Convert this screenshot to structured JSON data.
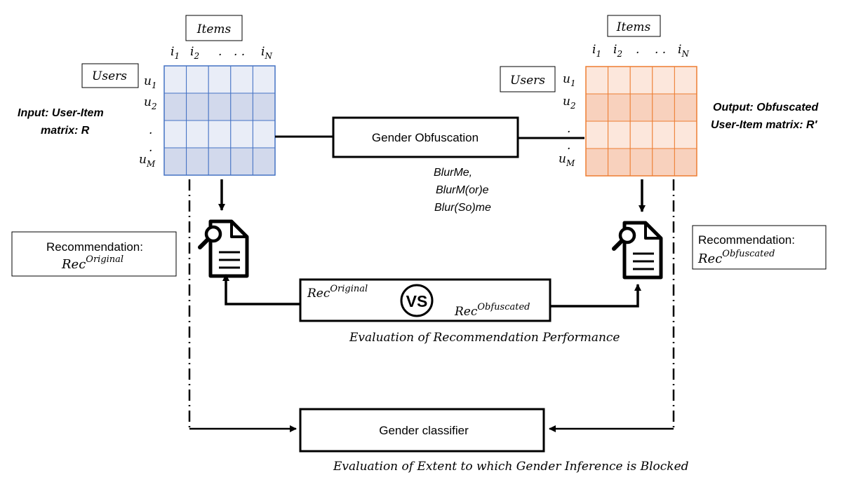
{
  "left_matrix": {
    "title": "Items",
    "row_title": "Users",
    "col_labels": [
      {
        "base": "i",
        "sub": "1"
      },
      {
        "base": "i",
        "sub": "2"
      },
      {
        "base": ".",
        "sub": ""
      },
      {
        "base": ". .",
        "sub": ""
      },
      {
        "base": "i",
        "sub": "N"
      }
    ],
    "row_labels": [
      {
        "base": "u",
        "sub": "1"
      },
      {
        "base": "u",
        "sub": "2"
      },
      {
        "base": ".",
        "sub": ""
      },
      {
        "base": ".",
        "sub": ""
      },
      {
        "base": "u",
        "sub": "M"
      }
    ],
    "caption_line1": "Input:  User-Item",
    "caption_line2": "matrix: R",
    "colors": {
      "light": "#e9edf7",
      "dark": "#d2d9ec",
      "stroke": "#4472c4"
    }
  },
  "right_matrix": {
    "title": "Items",
    "row_title": "Users",
    "col_labels": [
      {
        "base": "i",
        "sub": "1"
      },
      {
        "base": "i",
        "sub": "2"
      },
      {
        "base": ".",
        "sub": ""
      },
      {
        "base": ". .",
        "sub": ""
      },
      {
        "base": "i",
        "sub": "N"
      }
    ],
    "row_labels": [
      {
        "base": "u",
        "sub": "1"
      },
      {
        "base": "u",
        "sub": "2"
      },
      {
        "base": ".",
        "sub": ""
      },
      {
        "base": ".",
        "sub": ""
      },
      {
        "base": "u",
        "sub": "M"
      }
    ],
    "caption_line1": "Output: Obfuscated",
    "caption_line2": "User-Item matrix: R′",
    "colors": {
      "light": "#fce7dc",
      "dark": "#f8d1bd",
      "stroke": "#ed7d31"
    }
  },
  "obfuscation": {
    "label": "Gender Obfuscation",
    "methods": [
      "BlurMe,",
      "BlurM(or)e",
      "Blur(So)me"
    ]
  },
  "recommendation_left": {
    "label": "Recommendation:",
    "formula_base": "Rec",
    "formula_sup": "Original"
  },
  "recommendation_right": {
    "label": "Recommendation:",
    "formula_base": "Rec",
    "formula_sup": "Obfuscated"
  },
  "comparison": {
    "left_base": "Rec",
    "left_sup": "Original",
    "vs_label": "VS",
    "right_base": "Rec",
    "right_sup": "Obfuscated",
    "caption": "Evaluation of Recommendation Performance"
  },
  "classifier": {
    "label": "Gender classifier",
    "caption": "Evaluation of Extent to which Gender Inference is Blocked"
  },
  "icons": [
    "document-search-icon",
    "document-search-icon",
    "vs-icon"
  ]
}
